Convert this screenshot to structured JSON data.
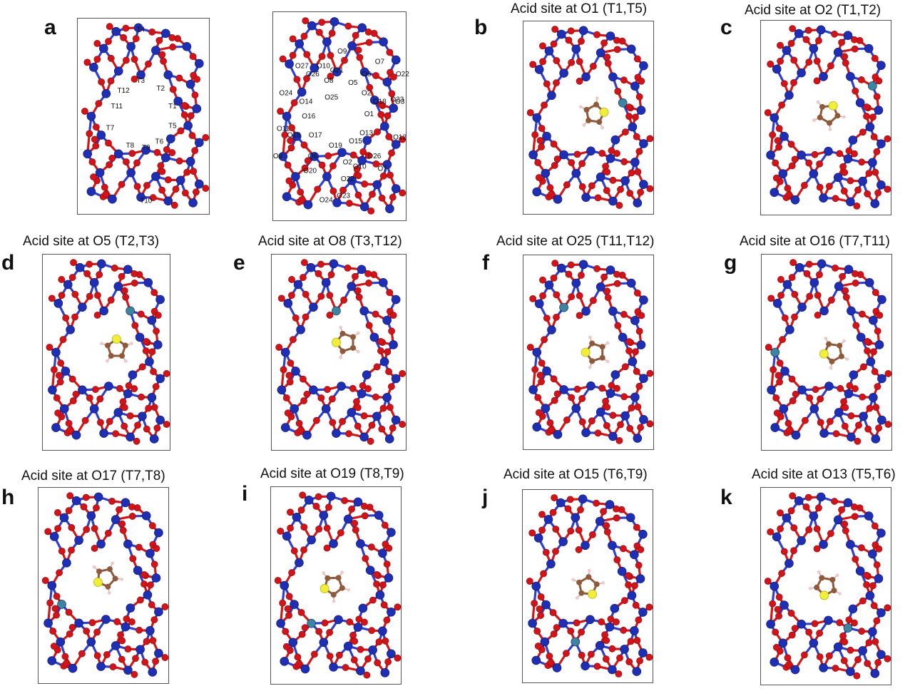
{
  "colors": {
    "oxygen": "#d0141a",
    "silicon": "#1f2fb4",
    "bond_si": "#2f3fd0",
    "bond_o": "#d01818",
    "aluminum": "#3d84a0",
    "sulfur": "#f1ee3a",
    "carbon": "#8f5a3c",
    "hydrogen": "#f0c8c8",
    "frame": "#555555"
  },
  "panel_a": {
    "letter": "a",
    "t_labels": [
      "T4",
      "T3",
      "T12",
      "T2",
      "T1",
      "T11",
      "T5",
      "T7",
      "T6",
      "T8",
      "T9",
      "T10"
    ],
    "o_labels": [
      "O9",
      "O10",
      "O27",
      "O26",
      "O21",
      "O6",
      "O7",
      "O8",
      "O5",
      "O22",
      "O25",
      "O24",
      "O23",
      "O3",
      "O2",
      "O14",
      "O18",
      "O16",
      "O1",
      "O11",
      "O13",
      "O12",
      "O17",
      "O15",
      "O19",
      "O18",
      "O9",
      "O6",
      "O26",
      "O2",
      "O10",
      "O7",
      "O20",
      "O22",
      "O23",
      "O24"
    ]
  },
  "panels": [
    {
      "id": "b",
      "letter": "b",
      "title": "Acid site at O1 (T1,T5)"
    },
    {
      "id": "c",
      "letter": "c",
      "title": "Acid site at O2 (T1,T2)"
    },
    {
      "id": "d",
      "letter": "d",
      "title": "Acid site at O5 (T2,T3)"
    },
    {
      "id": "e",
      "letter": "e",
      "title": "Acid site at O8 (T3,T12)"
    },
    {
      "id": "f",
      "letter": "f",
      "title": "Acid site at O25 (T11,T12)"
    },
    {
      "id": "g",
      "letter": "g",
      "title": "Acid site at O16 (T7,T11)"
    },
    {
      "id": "h",
      "letter": "h",
      "title": "Acid site at O17 (T7,T8)"
    },
    {
      "id": "i",
      "letter": "i",
      "title": "Acid site at O19 (T8,T9)"
    },
    {
      "id": "j",
      "letter": "j",
      "title": "Acid site at O15 (T6,T9)"
    },
    {
      "id": "k",
      "letter": "k",
      "title": "Acid site at O13 (T5,T6)"
    }
  ]
}
